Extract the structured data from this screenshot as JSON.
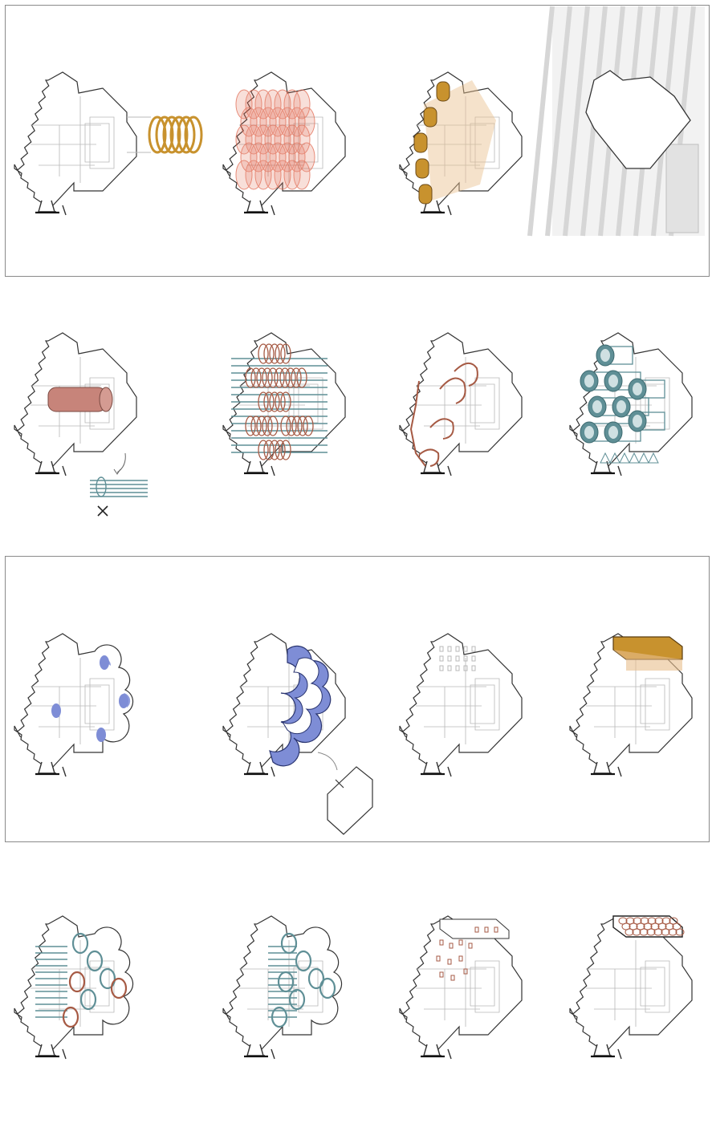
{
  "figure": {
    "rows": 4,
    "columns": 4,
    "framed_rows": [
      0,
      2
    ],
    "panels": [
      {
        "row": 0,
        "col": 0,
        "variant": "coil-external",
        "accent": "#c8922e"
      },
      {
        "row": 0,
        "col": 1,
        "variant": "red-rings",
        "accent": "#e0664d"
      },
      {
        "row": 0,
        "col": 2,
        "variant": "cushions",
        "accent": "#c8922e"
      },
      {
        "row": 0,
        "col": 3,
        "variant": "site-context",
        "accent": "#d8d8d8"
      },
      {
        "row": 1,
        "col": 0,
        "variant": "cylinder-swap",
        "accent": "#c7847a"
      },
      {
        "row": 1,
        "col": 1,
        "variant": "brown-coils-teal-rods",
        "accent": "#a65a44"
      },
      {
        "row": 1,
        "col": 2,
        "variant": "hooks",
        "accent": "#a65a44"
      },
      {
        "row": 1,
        "col": 3,
        "variant": "teal-tubes-truss",
        "accent": "#5f8f96"
      },
      {
        "row": 2,
        "col": 0,
        "variant": "blue-lobes",
        "accent": "#7e8dd6"
      },
      {
        "row": 2,
        "col": 1,
        "variant": "blue-flower-exploded",
        "accent": "#7e8dd6"
      },
      {
        "row": 2,
        "col": 2,
        "variant": "grey-windows",
        "accent": "#b0b0b0"
      },
      {
        "row": 2,
        "col": 3,
        "variant": "gold-cap",
        "accent": "#c8922e"
      },
      {
        "row": 3,
        "col": 0,
        "variant": "teal-brown-rings",
        "accent": "#5f8f96"
      },
      {
        "row": 3,
        "col": 1,
        "variant": "teal-rings",
        "accent": "#5f8f96"
      },
      {
        "row": 3,
        "col": 2,
        "variant": "brown-windows",
        "accent": "#a65a44"
      },
      {
        "row": 3,
        "col": 3,
        "variant": "lattice-cap",
        "accent": "#a65a44"
      }
    ]
  },
  "colors": {
    "outline": "#333333",
    "ghost": "#b8b8b8",
    "frame": "#8a8a8a",
    "gold": "#c8922e",
    "red": "#e0664d",
    "brown": "#a65a44",
    "teal": "#5f8f96",
    "blue": "#7e8dd6",
    "pink": "#c7847a"
  }
}
